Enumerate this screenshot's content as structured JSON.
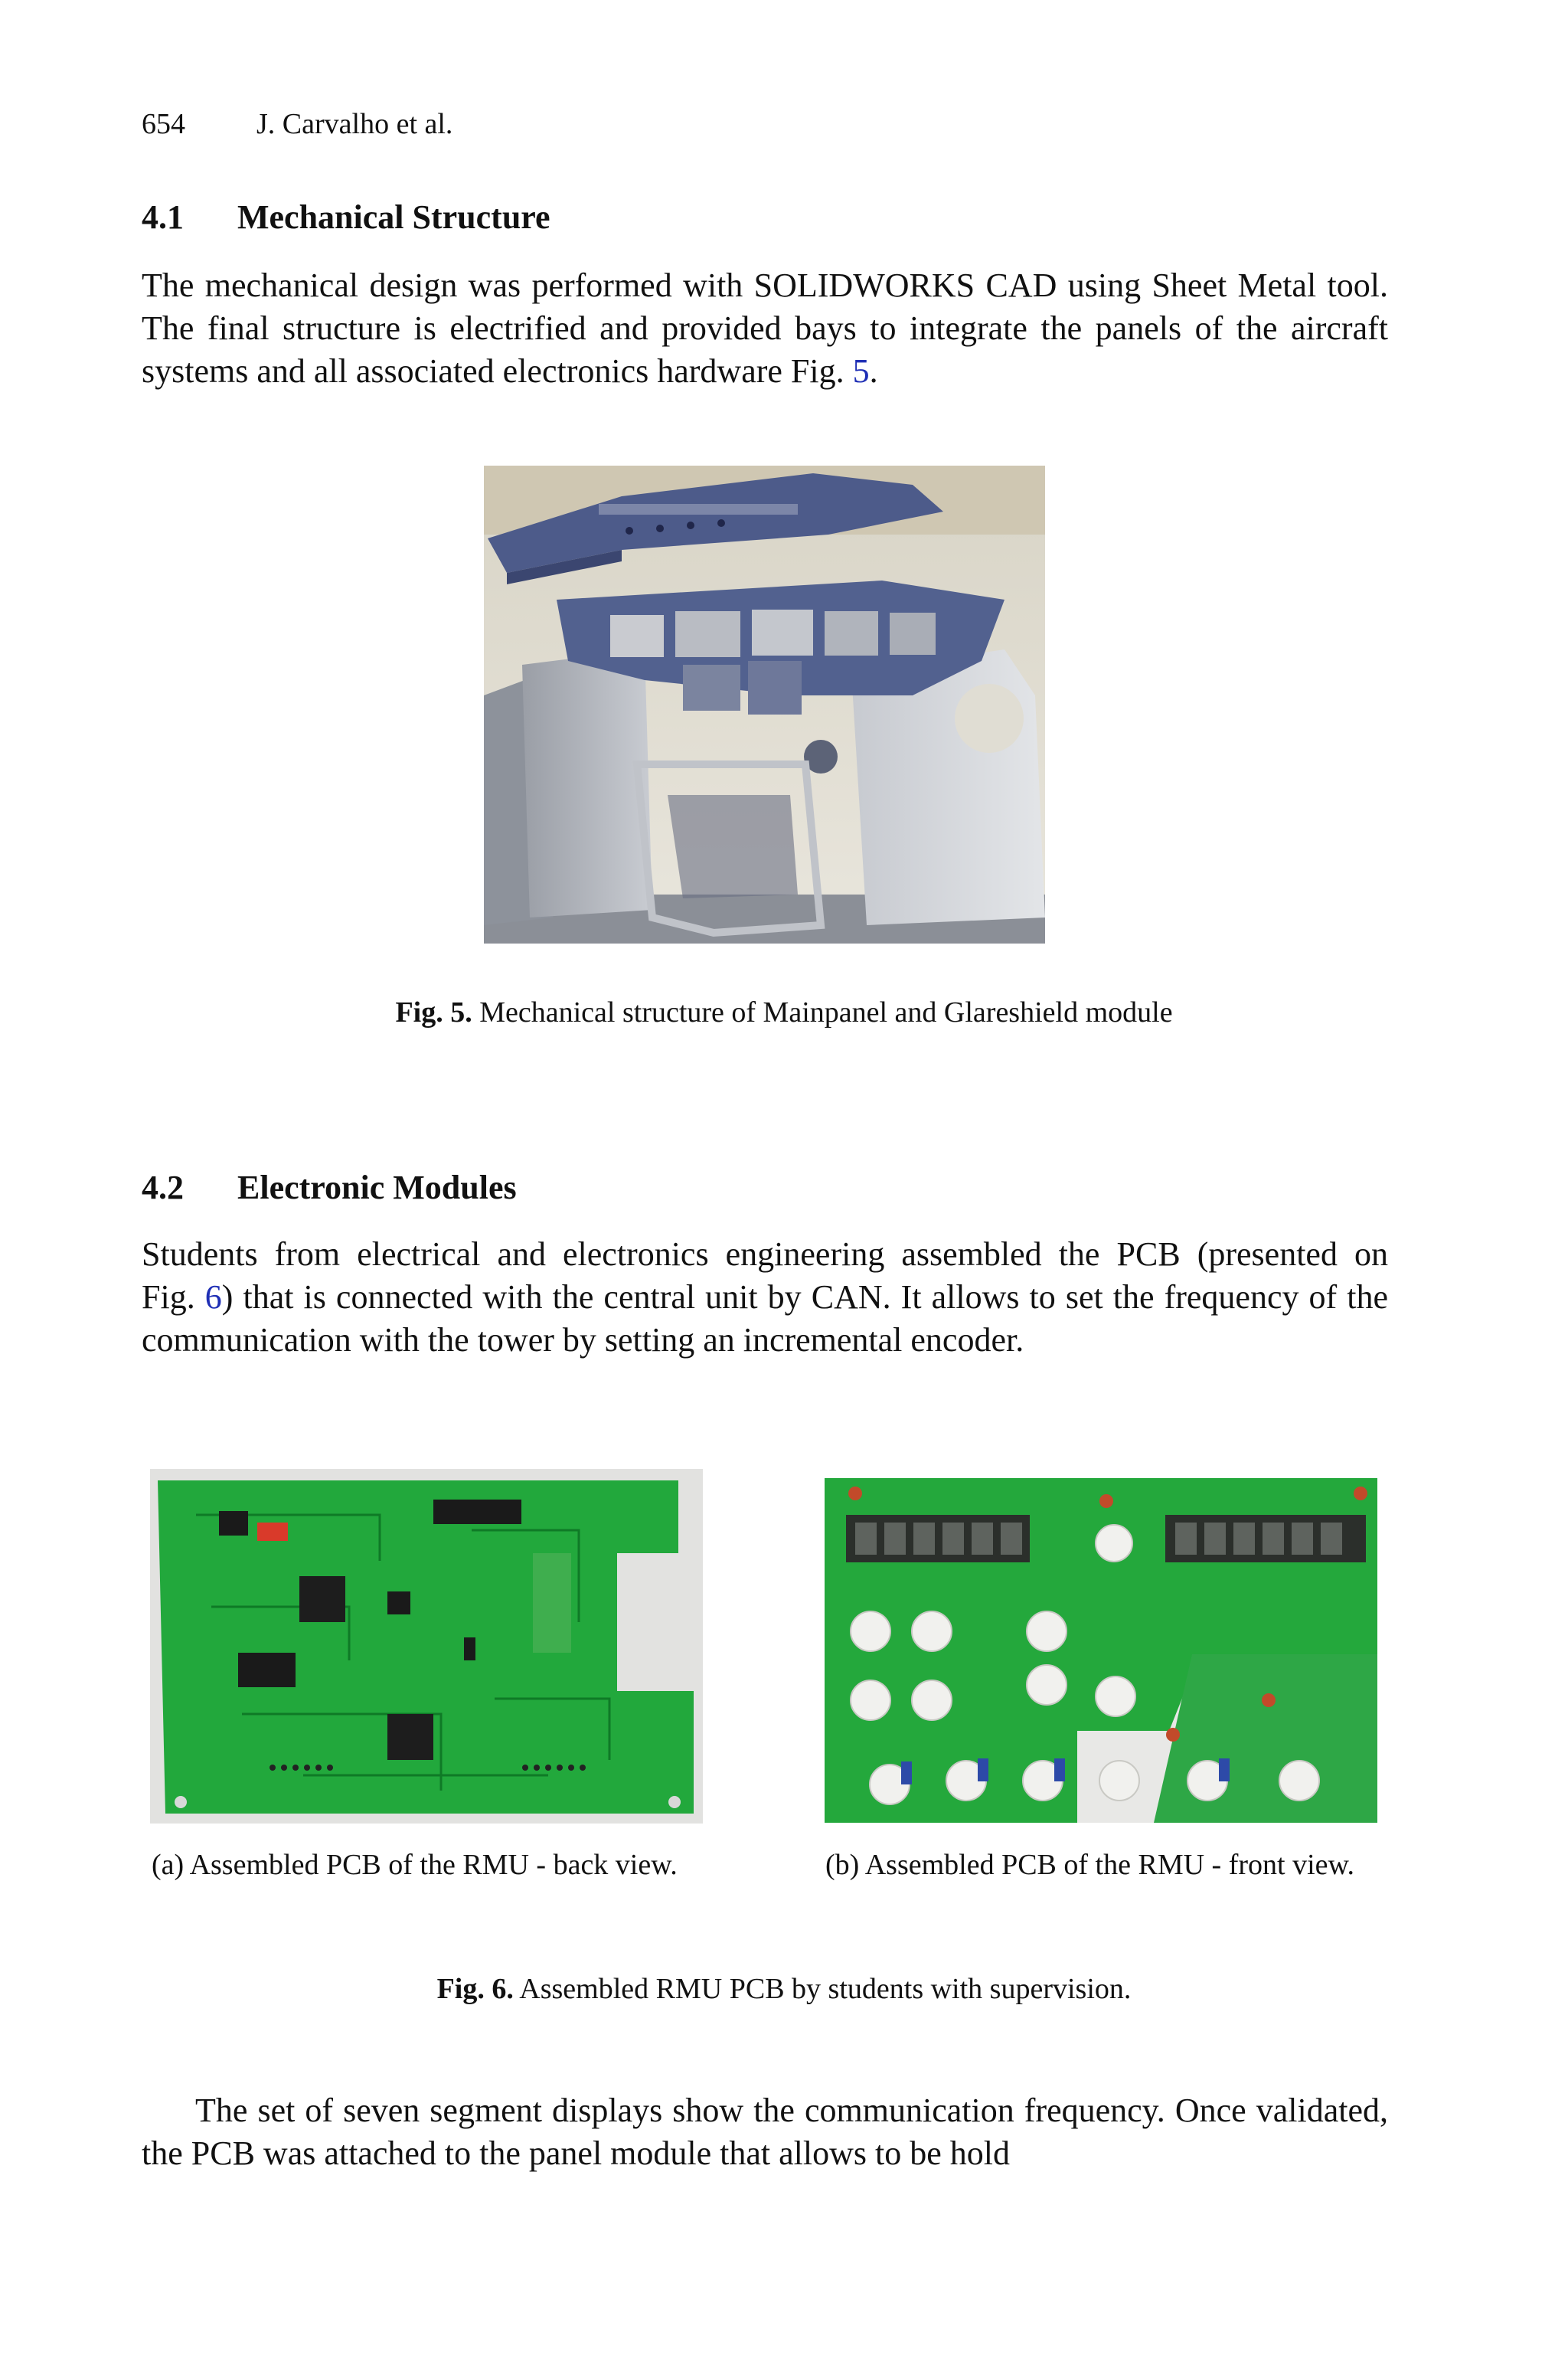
{
  "header": {
    "page_number": "654",
    "authors": "J. Carvalho et al."
  },
  "section_4_1": {
    "number": "4.1",
    "title": "Mechanical Structure",
    "paragraph": [
      {
        "text": "The mechanical design was performed with SOLIDWORKS CAD using Sheet Metal tool. The final structure is electrified and provided bays to integrate the panels of the aircraft systems and all associated electronics hardware Fig. "
      },
      {
        "text": "5",
        "ref": true
      },
      {
        "text": "."
      }
    ]
  },
  "figure_5": {
    "label": "Fig. 5.",
    "caption": "Mechanical structure of Mainpanel and Glareshield module"
  },
  "section_4_2": {
    "number": "4.2",
    "title": "Electronic Modules",
    "paragraph": [
      {
        "text": "Students from electrical and electronics engineering assembled the PCB (presented on Fig. "
      },
      {
        "text": "6",
        "ref": true
      },
      {
        "text": ") that is connected with the central unit by CAN. It allows to set the frequency of the communication with the tower by setting an incremental encoder."
      }
    ]
  },
  "figure_6": {
    "label": "Fig. 6.",
    "caption": "Assembled RMU PCB by students with supervision.",
    "subfigure_a": "(a) Assembled PCB of the RMU - back view.",
    "subfigure_b": "(b) Assembled PCB of the RMU - front view."
  },
  "closing_paragraph": "The set of seven segment displays show the communication frequency. Once validated, the PCB was attached to the panel module that allows to be hold",
  "colors": {
    "link": "#1f2fb5",
    "pcb_green": "#1fa53a",
    "structure_blue": "#4f5f8f",
    "sheet_metal": "#b8bcc2"
  }
}
